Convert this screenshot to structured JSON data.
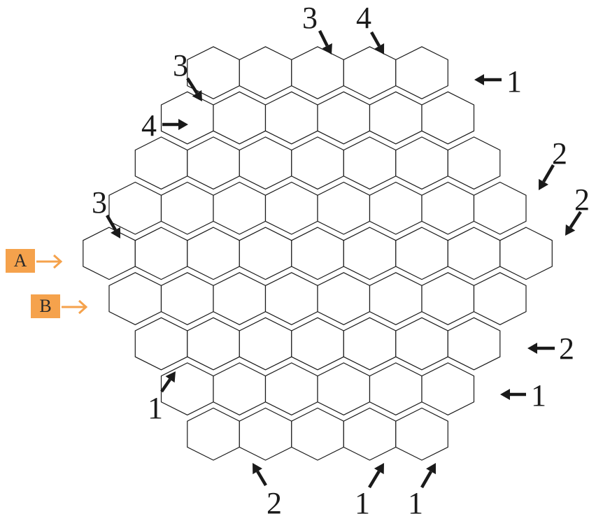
{
  "puzzle": {
    "row_lengths": [
      5,
      6,
      7,
      8,
      9,
      8,
      7,
      6,
      5
    ],
    "clues": [
      {
        "label": "3",
        "target": "top row cell 3"
      },
      {
        "label": "4",
        "target": "top row cell 4"
      },
      {
        "label": "1",
        "target": "top row right end"
      },
      {
        "label": "3",
        "target": "top-left edge"
      },
      {
        "label": "4",
        "target": "row 2 left end"
      },
      {
        "label": "2",
        "target": "upper right edge"
      },
      {
        "label": "2",
        "target": "middle row right"
      },
      {
        "label": "3",
        "target": "middle row left"
      },
      {
        "label": "2",
        "target": "row 7 right end"
      },
      {
        "label": "1",
        "target": "row 8 right end"
      },
      {
        "label": "1",
        "target": "row 8 left end"
      },
      {
        "label": "2",
        "target": "bottom row cell 1"
      },
      {
        "label": "1",
        "target": "bottom row cell 4"
      },
      {
        "label": "1",
        "target": "bottom row cell 5"
      }
    ],
    "markers": [
      {
        "label": "A",
        "color": "#f5a24c"
      },
      {
        "label": "B",
        "color": "#f5a24c"
      }
    ]
  }
}
